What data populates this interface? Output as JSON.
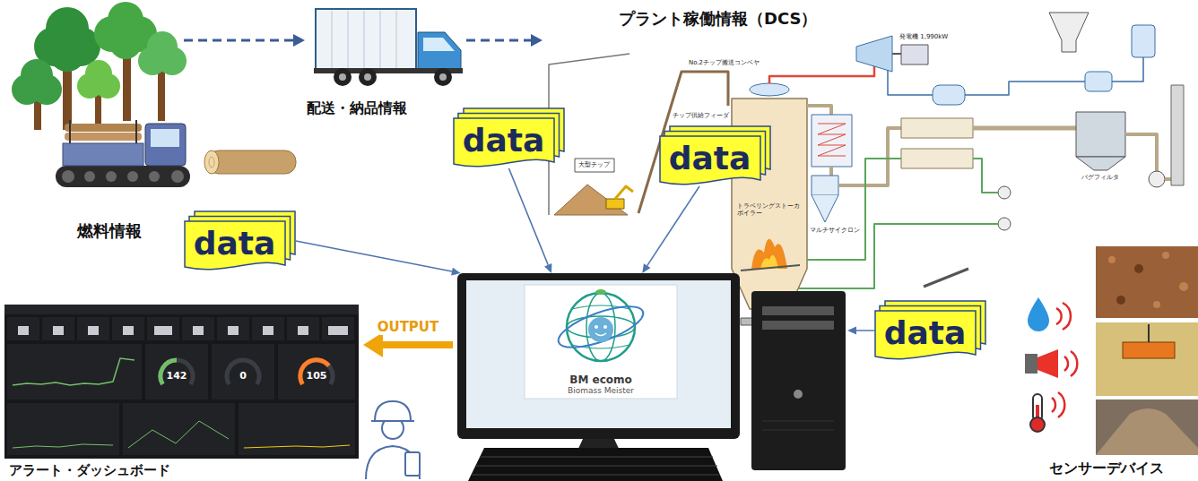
{
  "diagram": {
    "nodes": [
      {
        "text": [
          "燃料情報"
        ]
      },
      {
        "text": [
          "data"
        ]
      },
      {
        "text": [
          "配送・納品情報"
        ]
      },
      {
        "text": [
          "data"
        ]
      },
      {
        "text": [
          "プラント稼働情報（DCS）"
        ]
      },
      {
        "text": [
          "data"
        ]
      },
      {
        "text": [
          "BM ecomo",
          "Biomass Meister"
        ]
      },
      {
        "text": [
          "センサーデバイス"
        ]
      },
      {
        "text": [
          "data"
        ]
      },
      {
        "text": [
          "アラート・ダッシュボード"
        ]
      }
    ],
    "edges": [
      {
        "from": 0,
        "to": 2,
        "arrow": "to"
      },
      {
        "from": 2,
        "to": 4,
        "arrow": "to"
      },
      {
        "from": 1,
        "to": 6,
        "arrow": "to"
      },
      {
        "from": 3,
        "to": 6,
        "arrow": "to"
      },
      {
        "from": 5,
        "to": 6,
        "arrow": "to"
      },
      {
        "from": 8,
        "to": 6,
        "arrow": "to"
      },
      {
        "from": 6,
        "to": 9,
        "label": "OUTPUT",
        "arrow": "to"
      }
    ],
    "labels": [
      "発電機 1,990kW",
      "No.2チップ搬送コンベヤ",
      "チップ供給フィーダ",
      "大型チップ",
      "トラベリングストーカボイラー",
      "マルチサイクロン",
      "バグフィルタ",
      "142",
      "0",
      "105"
    ]
  }
}
